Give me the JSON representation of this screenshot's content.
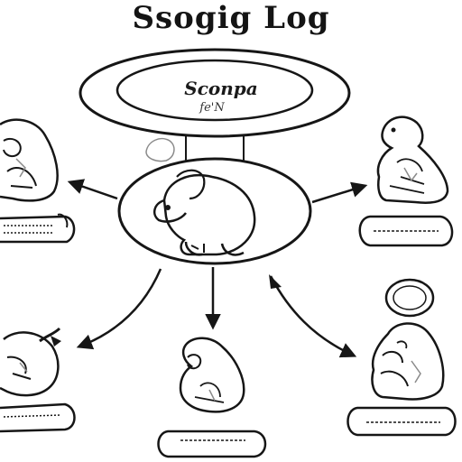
{
  "title": "Ssogig Log",
  "hub": {
    "label": "Sconpa",
    "sublabel": "fe'N"
  },
  "nodes": [
    {
      "id": "top-left-creature",
      "pillow": "left"
    },
    {
      "id": "top-right-creature",
      "pillow": "right"
    },
    {
      "id": "bottom-left-creature",
      "pillow": "left"
    },
    {
      "id": "bottom-center-creature",
      "pillow": "center"
    },
    {
      "id": "bottom-right-creature",
      "pillow": "right"
    }
  ],
  "colors": {
    "ink": "#161616",
    "paper": "#ffffff",
    "shade": "#8a8a8a"
  }
}
